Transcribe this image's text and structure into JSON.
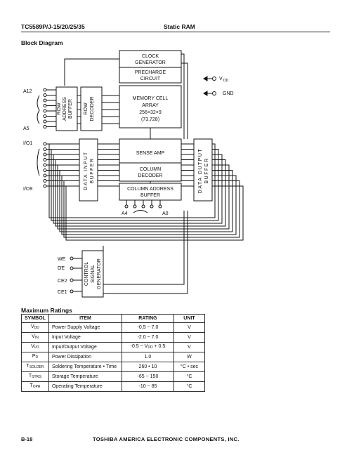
{
  "header": {
    "part": "TC5589P/J-15/20/25/35",
    "title": "Static RAM"
  },
  "block_diagram": {
    "title": "Block Diagram",
    "blocks": {
      "clock_generator": [
        "CLOCK",
        "GENERATOR"
      ],
      "precharge": [
        "PRECHARGE",
        "CIRCUIT"
      ],
      "memory": [
        "MEMORY CELL",
        "ARRAY",
        "256×32×9",
        "(73,728)"
      ],
      "row_address_buffer": [
        "ROW",
        "ADDRESS",
        "BUFFER"
      ],
      "row_decoder": [
        "ROW",
        "DECODER"
      ],
      "data_input_buffer": [
        "DATA INPUT",
        "BUFFER"
      ],
      "sense_amp": "SENSE AMP",
      "column_decoder": [
        "COLUMN",
        "DECODER"
      ],
      "column_address_buffer": [
        "COLUMN ADDRESS",
        "BUFFER"
      ],
      "data_output_buffer": [
        "DATA OUTPUT",
        "BUFFER"
      ],
      "control": [
        "CONTROL",
        "SIGNAL",
        "GENERATOR"
      ]
    },
    "pins": {
      "a12": "A12",
      "a5": "A5",
      "io1": "I/O1",
      "io9": "I/O9",
      "a4": "A4",
      "a0": "A0",
      "vdd": "V",
      "vdd_sub": "DD",
      "gnd": "GND",
      "we": "WE",
      "oe": "OE",
      "ce2": "CE2",
      "ce1": "CE1"
    }
  },
  "ratings": {
    "title": "Maximum Ratings",
    "headers": [
      "SYMBOL",
      "ITEM",
      "RATING",
      "UNIT"
    ],
    "rows": [
      {
        "sym": "V",
        "sub": "DD",
        "item": "Power Supply Voltage",
        "rating": "-0.5 ~ 7.0",
        "unit": "V"
      },
      {
        "sym": "V",
        "sub": "IN",
        "item": "Input Voltage",
        "rating": "-2.0 ~ 7.0",
        "unit": "V"
      },
      {
        "sym": "V",
        "sub": "I/O",
        "item": "Input/Output Voltage",
        "rating": "-0.5 ~ V",
        "rating_sub": "DD",
        "rating_tail": " + 0.5",
        "unit": "V"
      },
      {
        "sym": "P",
        "sub": "D",
        "item": "Power Dissipation",
        "rating": "1.0",
        "unit": "W"
      },
      {
        "sym": "T",
        "sub": "SOLDER",
        "item": "Soldering Temperature • Time",
        "rating": "260 • 10",
        "unit": "°C • sec"
      },
      {
        "sym": "T",
        "sub": "STRG",
        "item": "Storage Temperature",
        "rating": "-65 ~ 150",
        "unit": "°C"
      },
      {
        "sym": "T",
        "sub": "OPR",
        "item": "Operating Temperature",
        "rating": "-10 ~ 85",
        "unit": "°C"
      }
    ]
  },
  "footer": {
    "page": "B-18",
    "company": "TOSHIBA AMERICA ELECTRONIC COMPONENTS, INC."
  }
}
